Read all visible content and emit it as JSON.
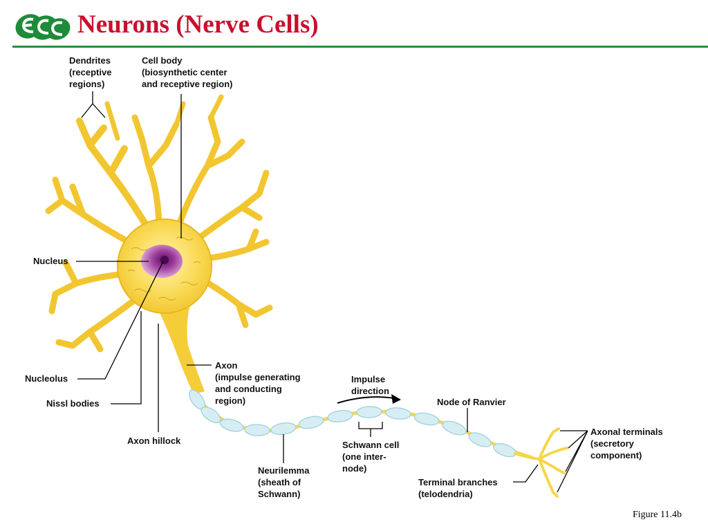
{
  "slide": {
    "title": "Neurons (Nerve Cells)",
    "figure_caption": "Figure 11.4b"
  },
  "colors": {
    "title": "#c8102e",
    "rule": "#2e8b3d",
    "logo": "#1e8b3a",
    "neuron_yellow": "#f7cf3c",
    "nucleus": "#8e2e8f",
    "myelin": "#d6eef3"
  },
  "labels": {
    "dendrites": [
      "Dendrites",
      "(receptive",
      "regions)"
    ],
    "cell_body": [
      "Cell body",
      "(biosynthetic center",
      "and receptive region)"
    ],
    "nucleus": [
      "Nucleus"
    ],
    "nucleolus": [
      "Nucleolus"
    ],
    "nissl_bodies": [
      "Nissl bodies"
    ],
    "axon_hillock": [
      "Axon hillock"
    ],
    "axon": [
      "Axon",
      "(impulse generating",
      "and conducting",
      "region)"
    ],
    "impulse_direction": [
      "Impulse",
      "direction"
    ],
    "node_of_ranvier": [
      "Node of Ranvier"
    ],
    "schwann_cell": [
      "Schwann cell",
      "(one inter-",
      "node)"
    ],
    "neurilemma": [
      "Neurilemma",
      "(sheath of",
      "Schwann)"
    ],
    "terminal_branches": [
      "Terminal branches",
      "(telodendria)"
    ],
    "axonal_terminals": [
      "Axonal terminals",
      "(secretory",
      "component)"
    ]
  }
}
